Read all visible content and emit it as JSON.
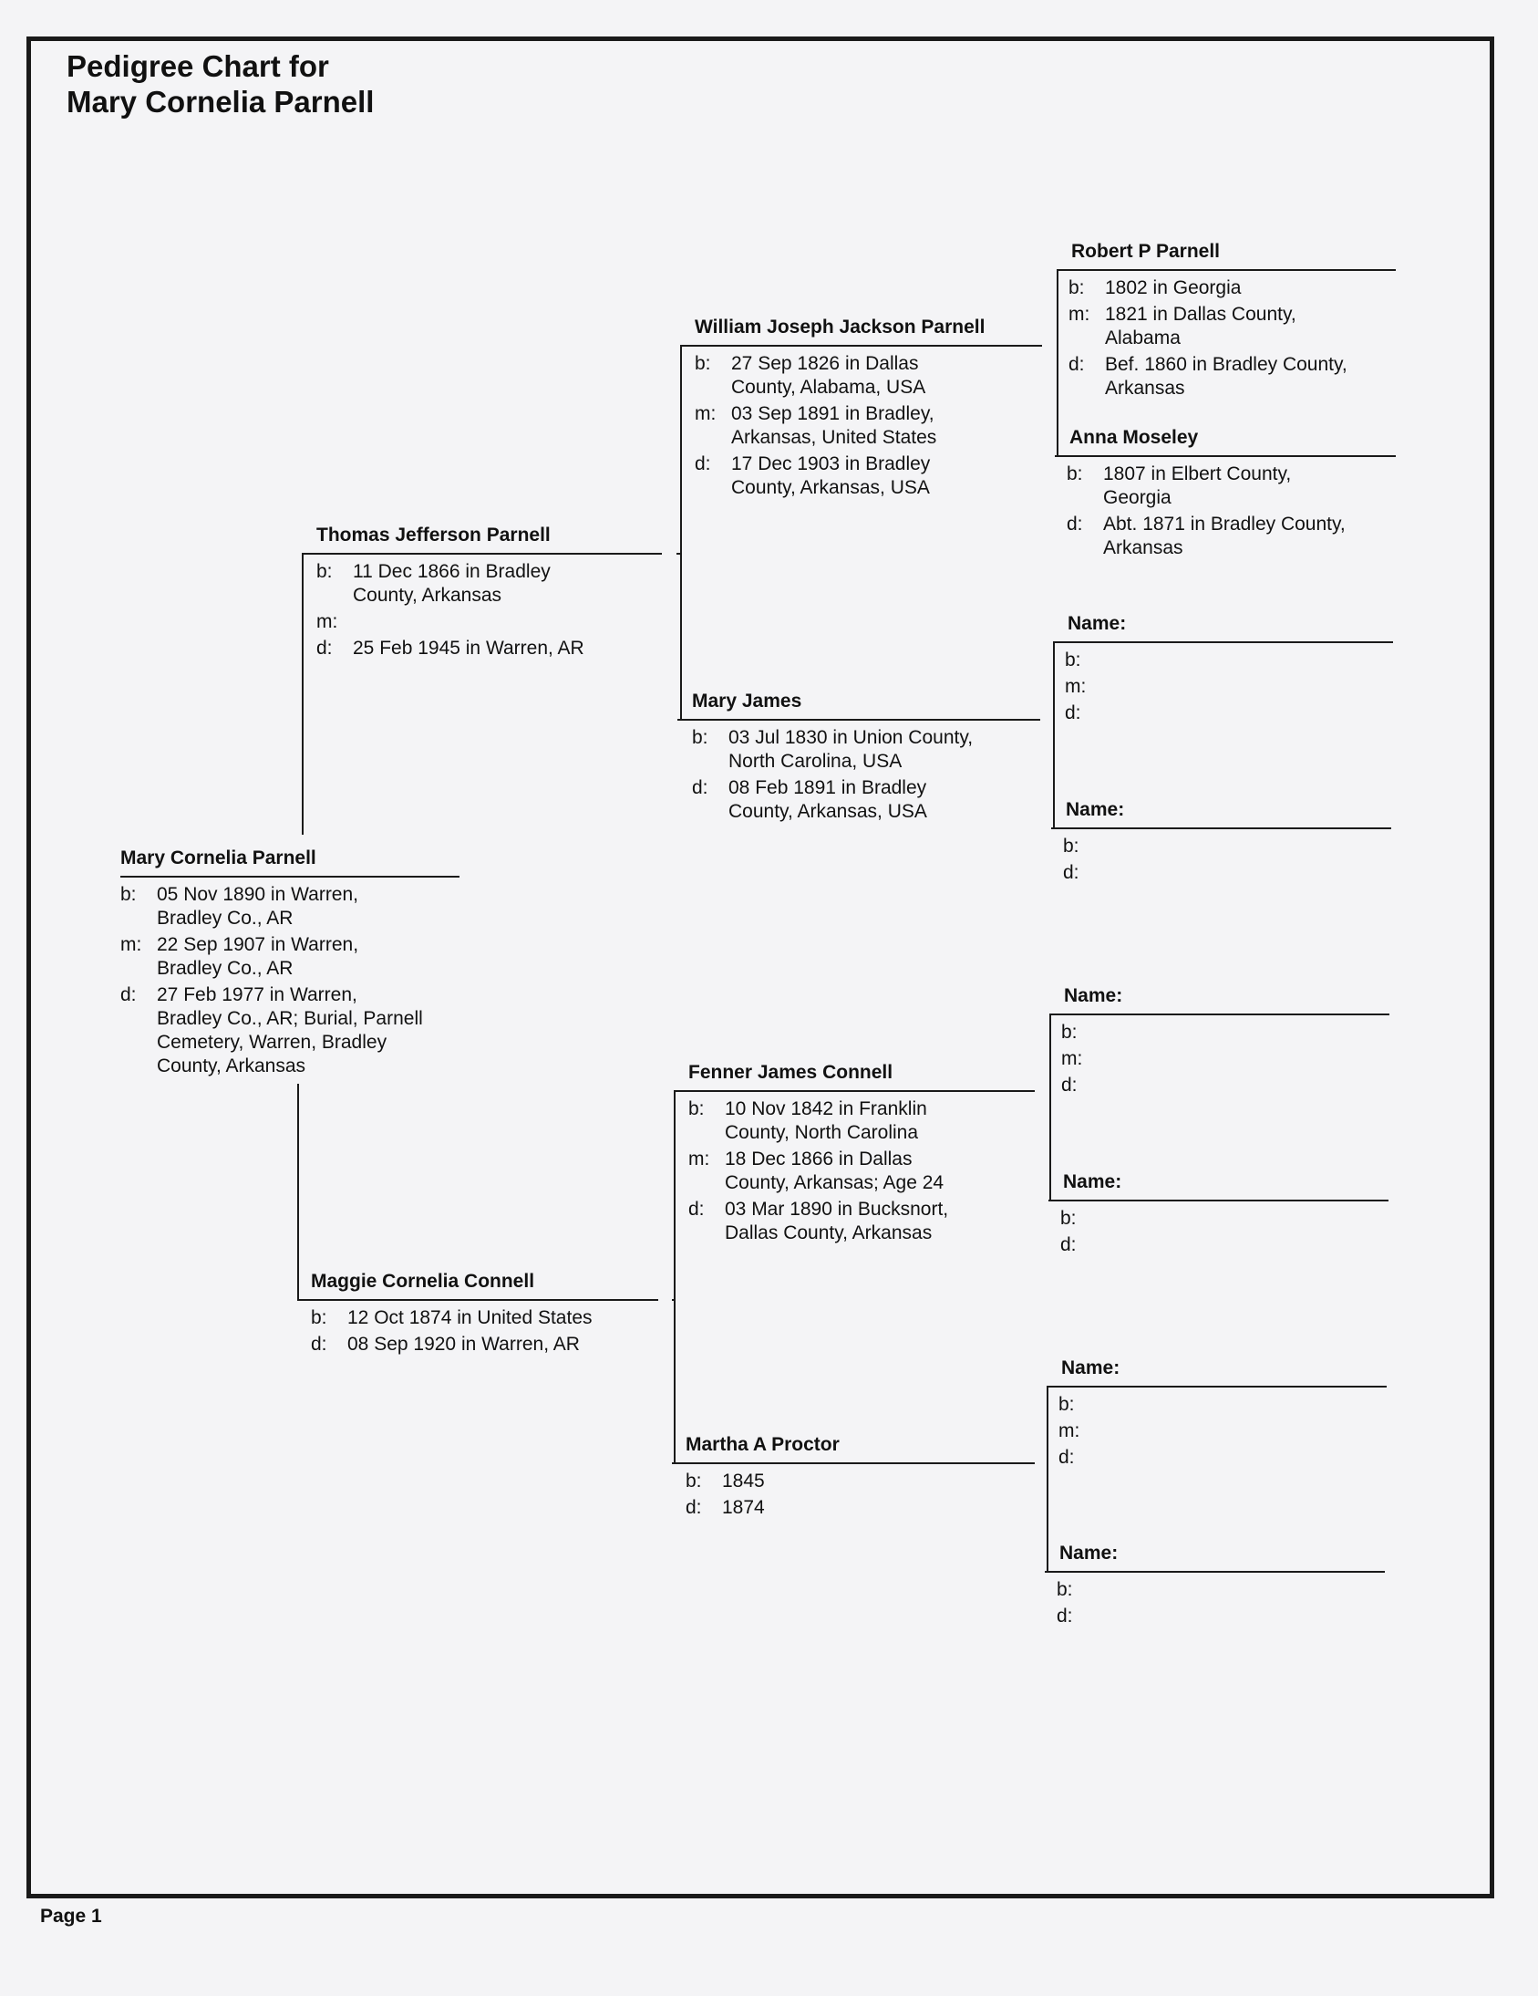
{
  "title": {
    "line1": "Pedigree Chart for",
    "line2": "Mary Cornelia Parnell"
  },
  "footer": "Page 1",
  "people": {
    "p1": {
      "name": "Mary Cornelia Parnell",
      "b": "05 Nov 1890 in Warren,\nBradley Co., AR",
      "m": "22 Sep 1907 in Warren,\nBradley Co., AR",
      "d": "27 Feb 1977 in Warren,\nBradley Co., AR; Burial, Parnell\nCemetery, Warren, Bradley\nCounty, Arkansas"
    },
    "p2": {
      "name": "Thomas Jefferson Parnell",
      "b": "11 Dec 1866 in Bradley\nCounty, Arkansas",
      "m": "",
      "d": "25 Feb 1945 in Warren, AR"
    },
    "p3": {
      "name": "Maggie Cornelia Connell",
      "b": "12 Oct 1874 in United States",
      "d": "08 Sep 1920 in Warren, AR"
    },
    "p4": {
      "name": "William Joseph Jackson Parnell",
      "b": "27 Sep 1826 in Dallas\nCounty, Alabama, USA",
      "m": "03 Sep 1891 in Bradley,\nArkansas, United States",
      "d": "17 Dec 1903 in Bradley\nCounty, Arkansas, USA"
    },
    "p5": {
      "name": "Mary James",
      "b": "03 Jul 1830 in Union County,\nNorth Carolina, USA",
      "d": "08 Feb 1891 in Bradley\nCounty, Arkansas, USA"
    },
    "p6": {
      "name": "Fenner James Connell",
      "b": "10 Nov 1842 in Franklin\nCounty, North Carolina",
      "m": "18 Dec 1866 in Dallas\nCounty, Arkansas; Age 24",
      "d": "03 Mar 1890 in Bucksnort,\nDallas County, Arkansas"
    },
    "p7": {
      "name": "Martha A Proctor",
      "b": "1845",
      "d": "1874"
    },
    "p8": {
      "name": "Robert P Parnell",
      "b": "1802 in Georgia",
      "m": "1821 in Dallas County,\nAlabama",
      "d": "Bef. 1860 in Bradley County,\nArkansas"
    },
    "p9": {
      "name": "Anna Moseley",
      "b": "1807 in Elbert County,\nGeorgia",
      "d": "Abt. 1871 in Bradley County,\nArkansas"
    },
    "p10": {
      "name": "Name:",
      "b": "",
      "m": "",
      "d": ""
    },
    "p11": {
      "name": "Name:",
      "b": "",
      "d": ""
    },
    "p12": {
      "name": "Name:",
      "b": "",
      "m": "",
      "d": ""
    },
    "p13": {
      "name": "Name:",
      "b": "",
      "d": ""
    },
    "p14": {
      "name": "Name:",
      "b": "",
      "m": "",
      "d": ""
    },
    "p15": {
      "name": "Name:",
      "b": "",
      "d": ""
    }
  },
  "labels": {
    "b": "b:",
    "m": "m:",
    "d": "d:"
  }
}
